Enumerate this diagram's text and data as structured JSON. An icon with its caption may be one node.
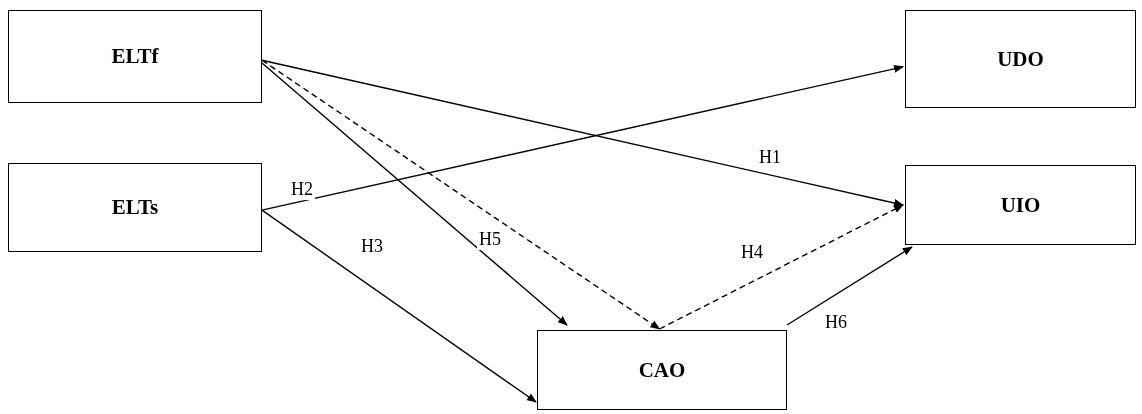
{
  "diagram": {
    "nodes": [
      {
        "text": [
          "ELTf"
        ]
      },
      {
        "text": [
          "ELTs"
        ]
      },
      {
        "text": [
          "UDO"
        ]
      },
      {
        "text": [
          "UIO"
        ]
      },
      {
        "text": [
          "CAO"
        ]
      }
    ],
    "edges": [
      {
        "from": 0,
        "to": 3,
        "arrow": "to",
        "label": "H1"
      },
      {
        "from": 1,
        "to": 2,
        "arrow": "to",
        "label": "H2"
      },
      {
        "from": 1,
        "to": 4,
        "arrow": "to",
        "label": "H3"
      },
      {
        "from": 0,
        "to": 4,
        "arrow": "to"
      },
      {
        "from": 0,
        "to": 4,
        "arrow": "to",
        "style": "dashed",
        "label": "H5"
      },
      {
        "from": 4,
        "to": 3,
        "arrow": "to",
        "style": "dashed",
        "label": "H4"
      },
      {
        "from": 4,
        "to": 3,
        "arrow": "to",
        "label": "H6"
      }
    ]
  }
}
